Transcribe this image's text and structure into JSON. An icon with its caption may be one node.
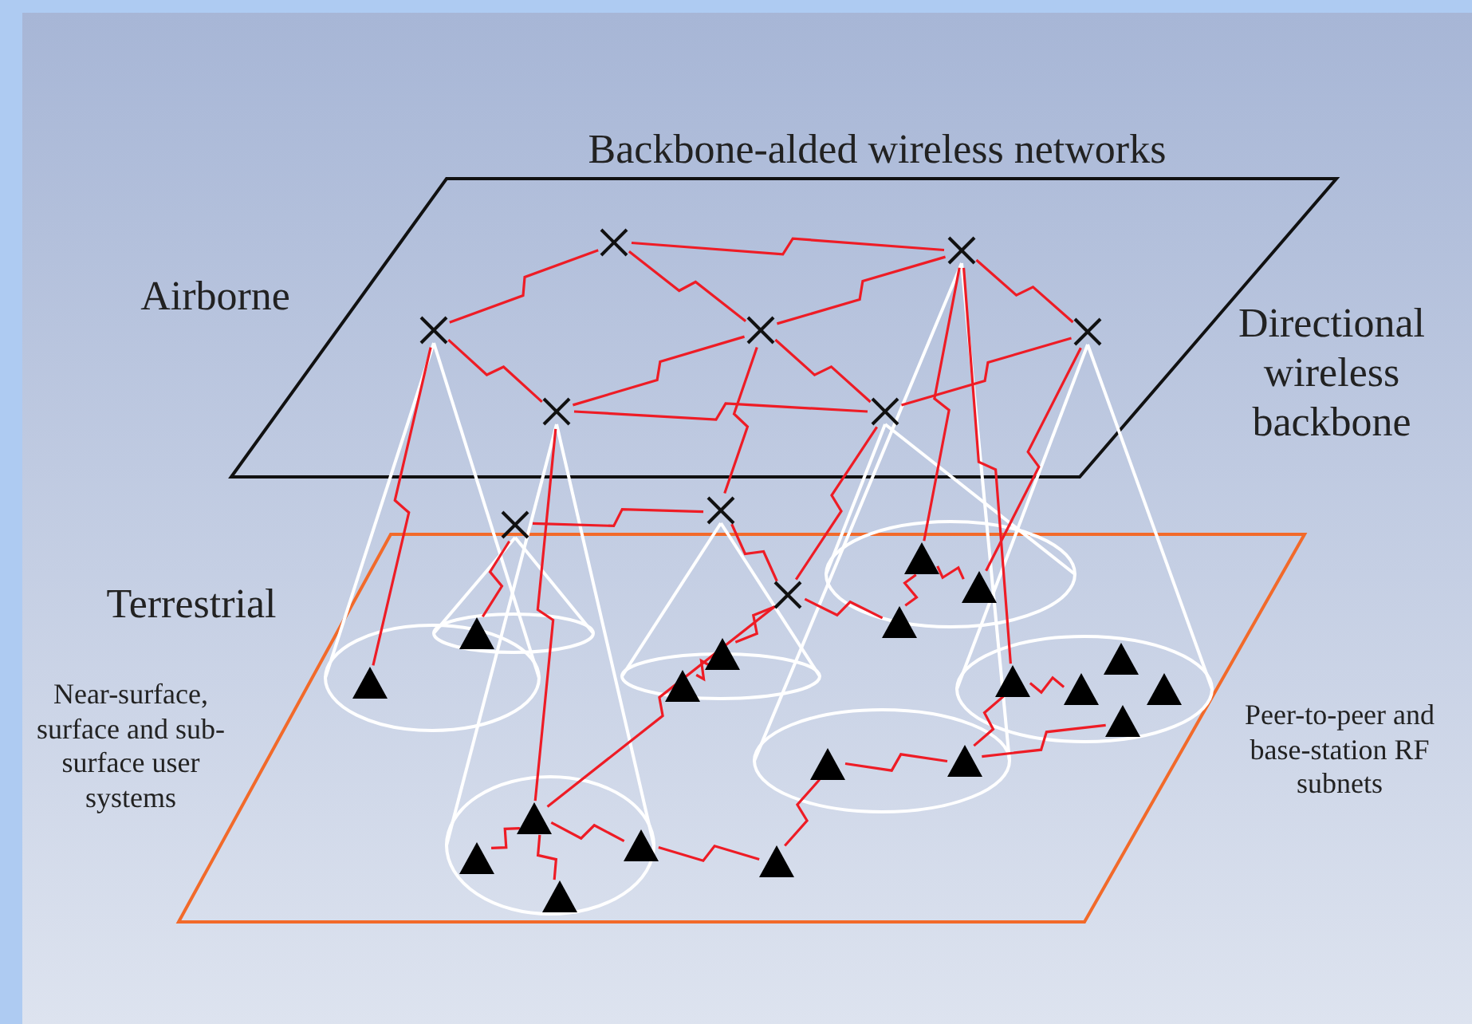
{
  "diagram": {
    "title": "Backbone-alded wireless networks",
    "nodes": [
      {
        "text": [],
        "shape": "cross"
      },
      {
        "text": [],
        "shape": "cross"
      },
      {
        "text": [],
        "shape": "cross"
      },
      {
        "text": [],
        "shape": "cross"
      },
      {
        "text": [],
        "shape": "cross"
      },
      {
        "text": [],
        "shape": "cross"
      },
      {
        "text": [],
        "shape": "cross"
      },
      {
        "text": [],
        "shape": "cross"
      },
      {
        "text": [],
        "shape": "cross"
      },
      {
        "text": [],
        "shape": "cross"
      },
      {
        "text": [],
        "shape": "triangle"
      },
      {
        "text": [],
        "shape": "triangle"
      },
      {
        "text": [],
        "shape": "triangle"
      },
      {
        "text": [],
        "shape": "triangle"
      },
      {
        "text": [],
        "shape": "triangle"
      },
      {
        "text": [],
        "shape": "triangle"
      },
      {
        "text": [],
        "shape": "triangle"
      },
      {
        "text": [],
        "shape": "triangle"
      },
      {
        "text": [],
        "shape": "triangle"
      },
      {
        "text": [],
        "shape": "triangle"
      },
      {
        "text": [],
        "shape": "triangle"
      },
      {
        "text": [],
        "shape": "triangle"
      },
      {
        "text": [],
        "shape": "triangle"
      },
      {
        "text": [],
        "shape": "triangle"
      },
      {
        "text": [],
        "shape": "triangle"
      },
      {
        "text": [],
        "shape": "triangle"
      },
      {
        "text": [],
        "shape": "triangle"
      },
      {
        "text": [],
        "shape": "triangle"
      },
      {
        "text": [],
        "shape": "triangle"
      }
    ],
    "edges": [
      {
        "from": 0,
        "to": 2,
        "arrow": "none"
      },
      {
        "from": 0,
        "to": 1,
        "arrow": "none"
      },
      {
        "from": 0,
        "to": 3,
        "arrow": "none"
      },
      {
        "from": 3,
        "to": 1,
        "arrow": "none"
      },
      {
        "from": 1,
        "to": 4,
        "arrow": "none"
      },
      {
        "from": 2,
        "to": 5,
        "arrow": "none"
      },
      {
        "from": 5,
        "to": 3,
        "arrow": "none"
      },
      {
        "from": 3,
        "to": 6,
        "arrow": "none"
      },
      {
        "from": 5,
        "to": 6,
        "arrow": "none"
      },
      {
        "from": 4,
        "to": 6,
        "arrow": "none"
      },
      {
        "from": 3,
        "to": 8,
        "arrow": "none"
      },
      {
        "from": 2,
        "to": 10,
        "arrow": "none"
      },
      {
        "from": 5,
        "to": 24,
        "arrow": "none"
      },
      {
        "from": 1,
        "to": 17,
        "arrow": "none"
      },
      {
        "from": 1,
        "to": 14,
        "arrow": "none"
      },
      {
        "from": 4,
        "to": 15,
        "arrow": "none"
      },
      {
        "from": 6,
        "to": 9,
        "arrow": "none"
      },
      {
        "from": 7,
        "to": 11,
        "arrow": "none"
      },
      {
        "from": 7,
        "to": 8,
        "arrow": "none"
      },
      {
        "from": 24,
        "to": 9,
        "arrow": "none"
      },
      {
        "from": 8,
        "to": 9,
        "arrow": "none"
      },
      {
        "from": 9,
        "to": 12,
        "arrow": "none"
      },
      {
        "from": 12,
        "to": 13,
        "arrow": "none"
      },
      {
        "from": 9,
        "to": 16,
        "arrow": "none"
      },
      {
        "from": 14,
        "to": 16,
        "arrow": "none"
      },
      {
        "from": 14,
        "to": 15,
        "arrow": "none"
      },
      {
        "from": 17,
        "to": 18,
        "arrow": "none"
      },
      {
        "from": 22,
        "to": 23,
        "arrow": "none"
      },
      {
        "from": 23,
        "to": 17,
        "arrow": "none"
      },
      {
        "from": 23,
        "to": 21,
        "arrow": "none"
      },
      {
        "from": 22,
        "to": 28,
        "arrow": "none"
      },
      {
        "from": 28,
        "to": 26,
        "arrow": "none"
      },
      {
        "from": 26,
        "to": 24,
        "arrow": "none"
      },
      {
        "from": 24,
        "to": 25,
        "arrow": "none"
      },
      {
        "from": 24,
        "to": 27,
        "arrow": "none"
      }
    ],
    "labels": [
      "Airborne",
      "Directional wireless backbone",
      "Terrestrial",
      "Near-surface, surface and sub-surface user systems",
      "Peer-to-peer and base-station RF subnets"
    ]
  }
}
